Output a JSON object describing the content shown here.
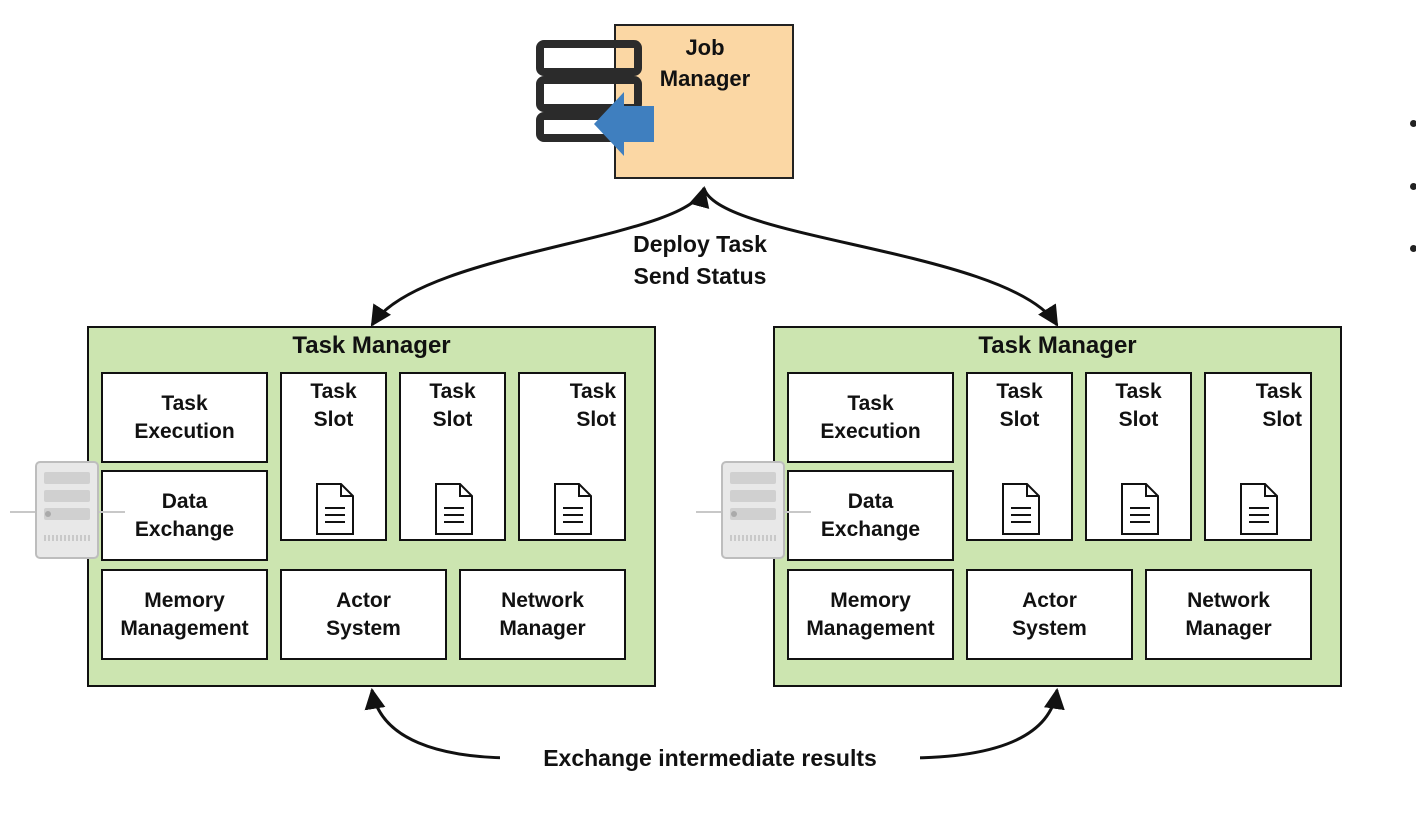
{
  "job_manager": {
    "title": "Job\nManager"
  },
  "edges": {
    "top_label": "Deploy Task\nSend Status",
    "bottom_label": "Exchange intermediate results"
  },
  "task_managers": [
    {
      "title": "Task Manager",
      "components": {
        "task_execution": "Task\nExecution",
        "data_exchange": "Data\nExchange",
        "memory_management": "Memory\nManagement",
        "actor_system": "Actor\nSystem",
        "network_manager": "Network\nManager"
      },
      "slots": [
        "Task\nSlot",
        "Task\nSlot",
        "Task\nSlot"
      ]
    },
    {
      "title": "Task Manager",
      "components": {
        "task_execution": "Task\nExecution",
        "data_exchange": "Data\nExchange",
        "memory_management": "Memory\nManagement",
        "actor_system": "Actor\nSystem",
        "network_manager": "Network\nManager"
      },
      "slots": [
        "Task\nSlot",
        "Task\nSlot",
        "Task\nSlot"
      ]
    }
  ],
  "colors": {
    "job_manager_fill": "#fbd7a4",
    "task_manager_fill": "#cce5b0",
    "arrow_blue": "#3f7fbf"
  },
  "icons": [
    "database-icon",
    "arrow-left-icon",
    "document-icon",
    "server-icon"
  ]
}
